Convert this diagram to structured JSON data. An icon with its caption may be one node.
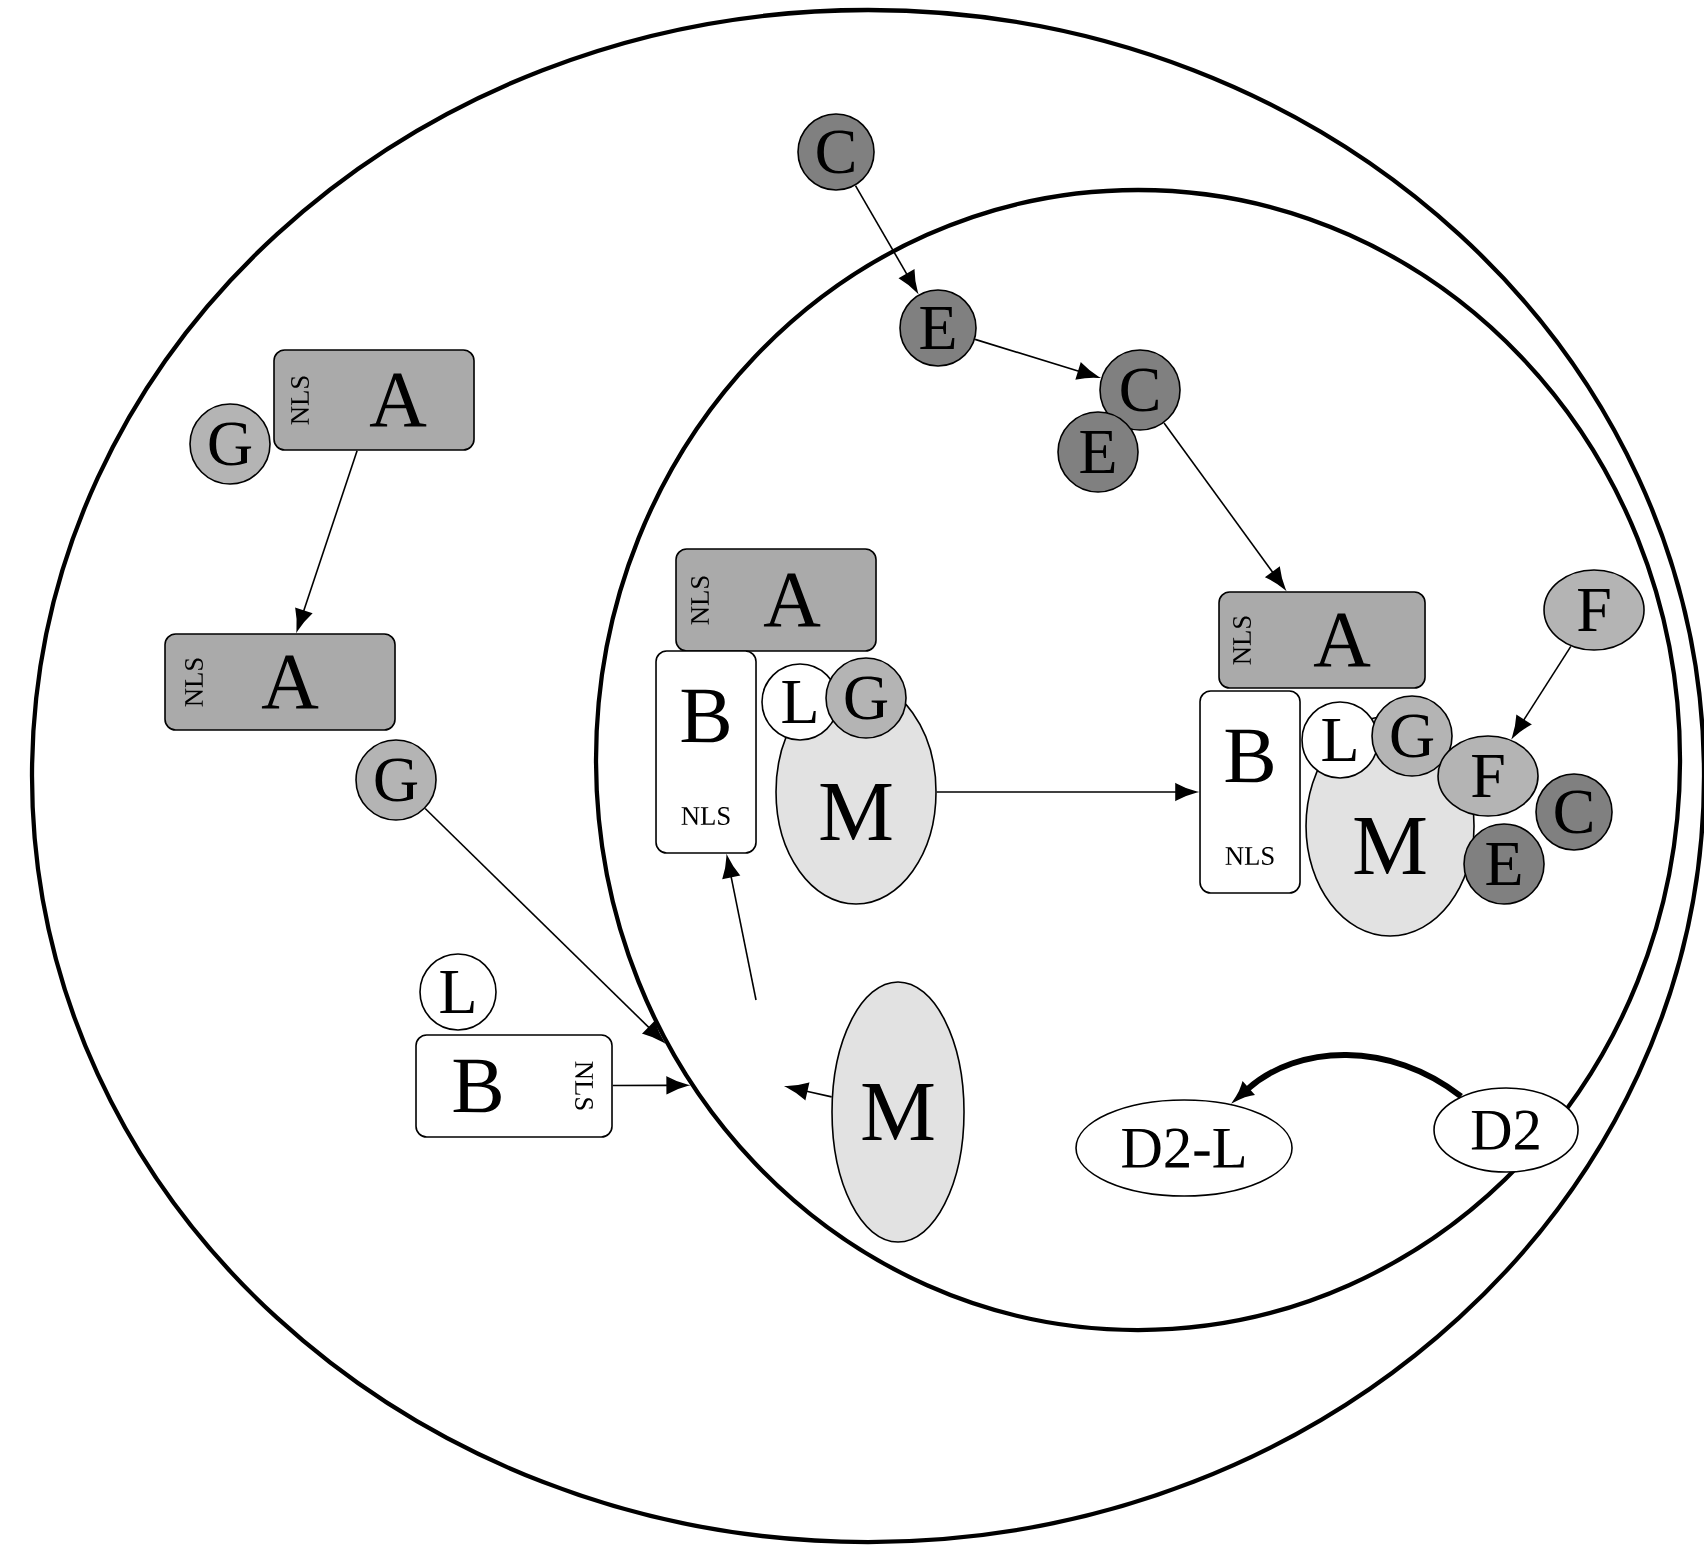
{
  "diagram": {
    "nodes": [
      {
        "text": [],
        "shape": "circle"
      },
      {
        "text": [],
        "shape": "circle",
        "in": 0
      },
      {
        "text": [
          "C"
        ],
        "in": 0
      },
      {
        "text": [
          "E"
        ],
        "in": 1
      },
      {
        "text": [
          "NLS",
          "A"
        ],
        "in": 0
      },
      {
        "text": [
          "G"
        ],
        "in": 0
      },
      {
        "text": [
          "C"
        ],
        "in": 1
      },
      {
        "text": [
          "E"
        ],
        "in": 1
      },
      {
        "text": [
          "NLS",
          "A"
        ],
        "in": 0
      },
      {
        "text": [
          "G"
        ],
        "in": 0
      },
      {
        "text": [
          "NLS",
          "A"
        ],
        "in": 1
      },
      {
        "text": [
          "B",
          "NLS"
        ],
        "in": 1
      },
      {
        "text": [
          "L"
        ],
        "in": 1
      },
      {
        "text": [
          "G"
        ],
        "in": 1
      },
      {
        "text": [
          "M"
        ],
        "in": 1
      },
      {
        "text": [
          "F"
        ],
        "in": 1
      },
      {
        "text": [
          "NLS",
          "A"
        ],
        "in": 1
      },
      {
        "text": [
          "B",
          "NLS"
        ],
        "in": 1
      },
      {
        "text": [
          "L"
        ],
        "in": 1
      },
      {
        "text": [
          "G"
        ],
        "in": 1
      },
      {
        "text": [
          "M"
        ],
        "in": 1
      },
      {
        "text": [
          "F"
        ],
        "in": 1
      },
      {
        "text": [
          "C"
        ],
        "in": 1
      },
      {
        "text": [
          "E"
        ],
        "in": 1
      },
      {
        "text": [
          "L"
        ],
        "in": 0
      },
      {
        "text": [
          "B",
          "NLS"
        ],
        "in": 0
      },
      {
        "text": [
          "M"
        ],
        "in": 1
      },
      {
        "text": [
          "D2-L"
        ],
        "in": 1
      },
      {
        "text": [
          "D2"
        ],
        "in": 1
      }
    ],
    "edges": [
      {
        "from": 2,
        "to": 3,
        "arrow": "to"
      },
      {
        "from": 3,
        "to": 6,
        "arrow": "to"
      },
      {
        "from": 6,
        "to": 16,
        "arrow": "to"
      },
      {
        "from": 4,
        "to": 8,
        "arrow": "to"
      },
      {
        "from": 9,
        "to": 1,
        "arrow": "to"
      },
      {
        "from": 25,
        "to": 1,
        "arrow": "to"
      },
      {
        "from": 26,
        "to": null,
        "arrow": "to"
      },
      {
        "from": null,
        "to": 11,
        "arrow": "to"
      },
      {
        "from": 14,
        "to": 17,
        "arrow": "to"
      },
      {
        "from": 15,
        "to": 21,
        "arrow": "to"
      },
      {
        "from": 28,
        "to": 27,
        "arrow": "to",
        "style": "thick"
      }
    ]
  }
}
